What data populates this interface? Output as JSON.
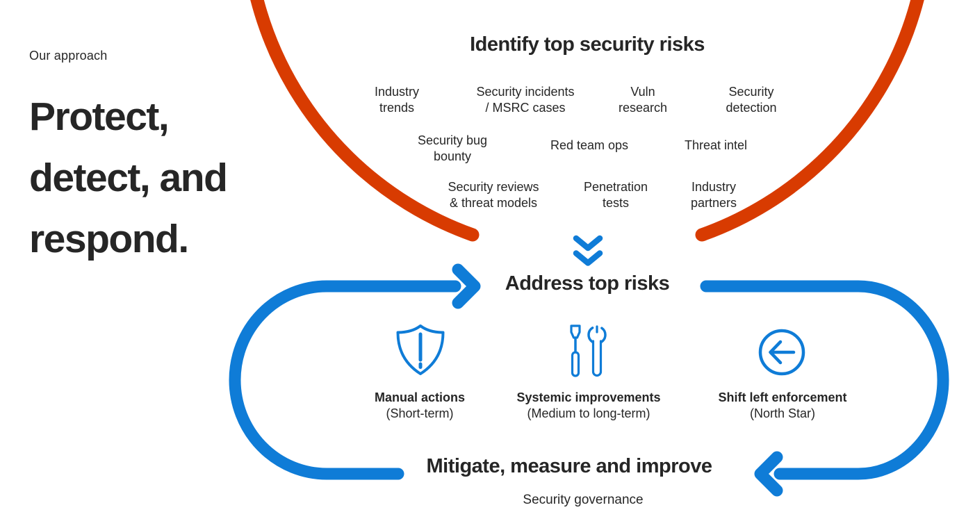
{
  "colors": {
    "red": "#D83B01",
    "blue": "#0F7CD7",
    "text": "#262626",
    "background": "#FFFFFF"
  },
  "intro": {
    "eyebrow": "Our approach",
    "title": "Protect,\ndetect, and\nrespond."
  },
  "identify": {
    "heading": "Identify top security risks",
    "items": [
      {
        "label": "Industry\ntrends"
      },
      {
        "label": "Security incidents\n/ MSRC cases"
      },
      {
        "label": "Vuln\nresearch"
      },
      {
        "label": "Security\ndetection"
      },
      {
        "label": "Security bug\nbounty"
      },
      {
        "label": "Red team ops"
      },
      {
        "label": "Threat intel"
      },
      {
        "label": "Security reviews\n& threat models"
      },
      {
        "label": "Penetration\ntests"
      },
      {
        "label": "Industry\npartners"
      }
    ]
  },
  "address": {
    "heading": "Address top risks",
    "actions": [
      {
        "icon": "shield-alert-icon",
        "title": "Manual actions",
        "subtitle": "(Short-term)"
      },
      {
        "icon": "tools-icon",
        "title": "Systemic improvements",
        "subtitle": "(Medium to long-term)"
      },
      {
        "icon": "arrow-left-circle-icon",
        "title": "Shift left enforcement",
        "subtitle": "(North Star)"
      }
    ]
  },
  "mitigate": {
    "heading": "Mitigate, measure and improve",
    "subtext": "Security governance"
  }
}
